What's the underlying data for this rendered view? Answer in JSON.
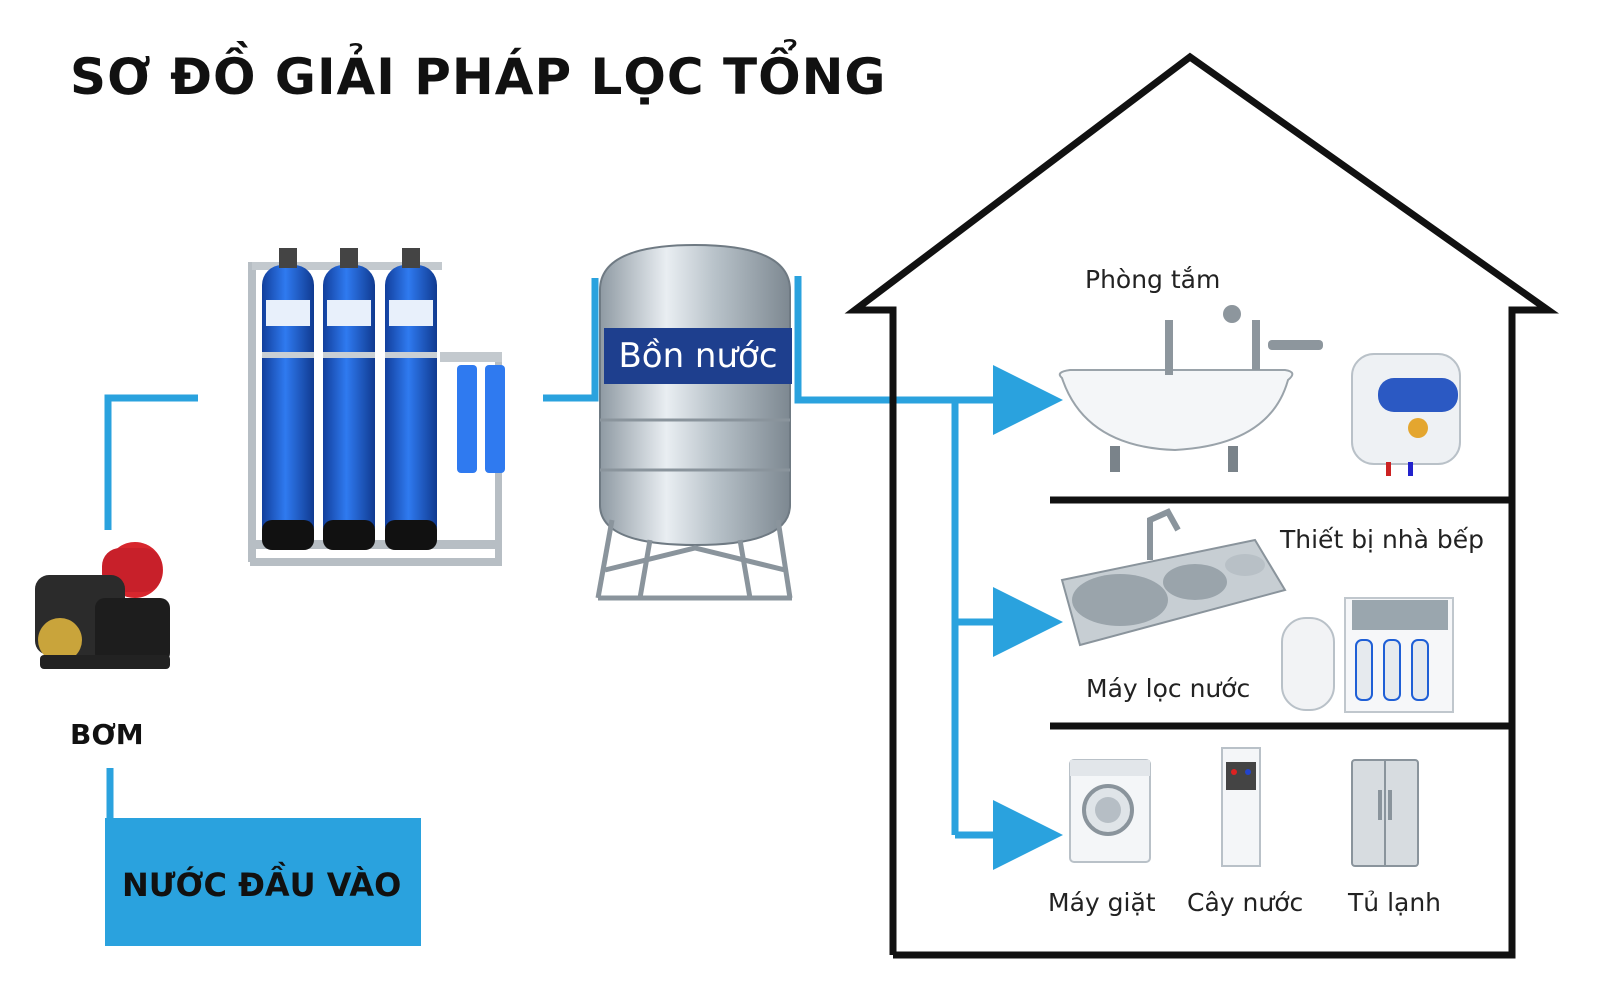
{
  "title": "SƠ ĐỒ GIẢI PHÁP LỌC TỔNG",
  "colors": {
    "pipe": "#2aa2de",
    "source_box": "#2aa2de",
    "house_outline": "#111111",
    "tank_band": "#1e3f8e",
    "filter_blue": "#1f5fd6"
  },
  "pump": {
    "label": "BƠM",
    "icon": "water-pump-icon"
  },
  "source": {
    "label": "NƯỚC ĐẦU VÀO"
  },
  "filter": {
    "icon": "filter-columns-icon"
  },
  "tank": {
    "label": "Bồn nước",
    "icon": "storage-tank-icon"
  },
  "house": {
    "rooms": [
      {
        "label": "Phòng tắm",
        "icons": [
          "bathtub-icon",
          "water-heater-icon"
        ]
      },
      {
        "label": "Thiết bị nhà bếp",
        "icons": [
          "kitchen-sink-icon"
        ]
      },
      {
        "label": "Máy lọc nước",
        "icons": [
          "ro-purifier-icon"
        ]
      }
    ],
    "appliances": [
      {
        "label": "Máy giặt",
        "icon": "washing-machine-icon"
      },
      {
        "label": "Cây nước",
        "icon": "water-dispenser-icon"
      },
      {
        "label": "Tủ lạnh",
        "icon": "refrigerator-icon"
      }
    ]
  }
}
